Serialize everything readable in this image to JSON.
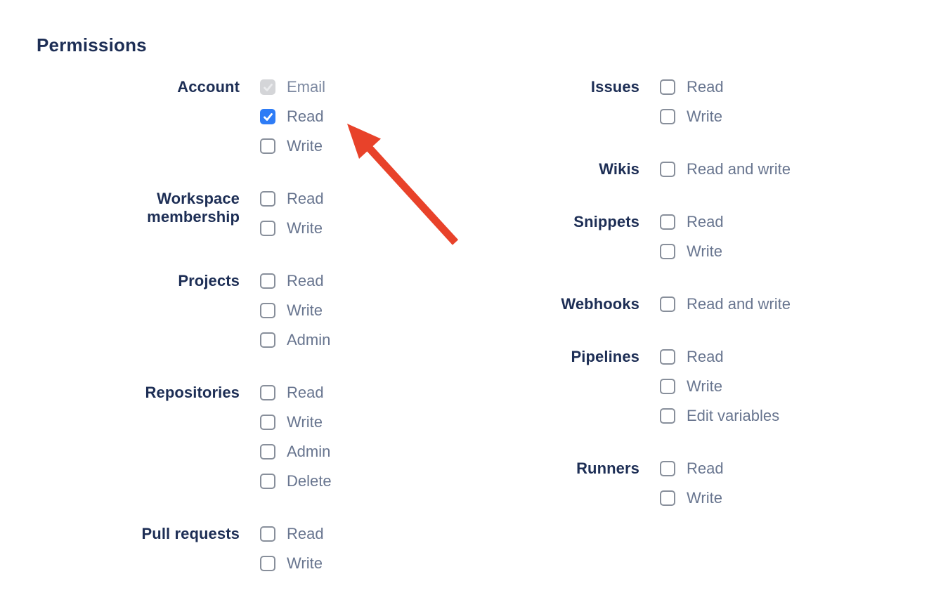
{
  "page": {
    "heading": "Permissions"
  },
  "colors": {
    "heading_text": "#1d2e55",
    "option_text": "#68758f",
    "option_text_disabled": "#7d89a1",
    "checkbox_checked_bg": "#2e7cf6",
    "checkbox_disabled_bg": "#d4d5d8",
    "checkbox_border": "#888f9b",
    "annotation_arrow": "#e8422a"
  },
  "permissions": {
    "left_groups": [
      {
        "label": "Account",
        "options": [
          {
            "label": "Email",
            "checked": true,
            "disabled": true
          },
          {
            "label": "Read",
            "checked": true,
            "disabled": false
          },
          {
            "label": "Write",
            "checked": false,
            "disabled": false
          }
        ]
      },
      {
        "label": "Workspace membership",
        "options": [
          {
            "label": "Read",
            "checked": false,
            "disabled": false
          },
          {
            "label": "Write",
            "checked": false,
            "disabled": false
          }
        ]
      },
      {
        "label": "Projects",
        "options": [
          {
            "label": "Read",
            "checked": false,
            "disabled": false
          },
          {
            "label": "Write",
            "checked": false,
            "disabled": false
          },
          {
            "label": "Admin",
            "checked": false,
            "disabled": false
          }
        ]
      },
      {
        "label": "Repositories",
        "options": [
          {
            "label": "Read",
            "checked": false,
            "disabled": false
          },
          {
            "label": "Write",
            "checked": false,
            "disabled": false
          },
          {
            "label": "Admin",
            "checked": false,
            "disabled": false
          },
          {
            "label": "Delete",
            "checked": false,
            "disabled": false
          }
        ]
      },
      {
        "label": "Pull requests",
        "options": [
          {
            "label": "Read",
            "checked": false,
            "disabled": false
          },
          {
            "label": "Write",
            "checked": false,
            "disabled": false
          }
        ]
      }
    ],
    "right_groups": [
      {
        "label": "Issues",
        "options": [
          {
            "label": "Read",
            "checked": false,
            "disabled": false
          },
          {
            "label": "Write",
            "checked": false,
            "disabled": false
          }
        ]
      },
      {
        "label": "Wikis",
        "options": [
          {
            "label": "Read and write",
            "checked": false,
            "disabled": false
          }
        ]
      },
      {
        "label": "Snippets",
        "options": [
          {
            "label": "Read",
            "checked": false,
            "disabled": false
          },
          {
            "label": "Write",
            "checked": false,
            "disabled": false
          }
        ]
      },
      {
        "label": "Webhooks",
        "options": [
          {
            "label": "Read and write",
            "checked": false,
            "disabled": false
          }
        ]
      },
      {
        "label": "Pipelines",
        "options": [
          {
            "label": "Read",
            "checked": false,
            "disabled": false
          },
          {
            "label": "Write",
            "checked": false,
            "disabled": false
          },
          {
            "label": "Edit variables",
            "checked": false,
            "disabled": false
          }
        ]
      },
      {
        "label": "Runners",
        "options": [
          {
            "label": "Read",
            "checked": false,
            "disabled": false
          },
          {
            "label": "Write",
            "checked": false,
            "disabled": false
          }
        ]
      }
    ]
  }
}
